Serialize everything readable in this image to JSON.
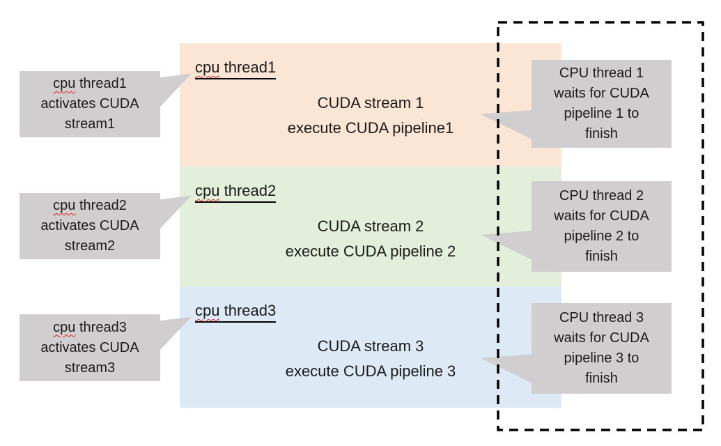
{
  "bands": [
    {
      "label_cpu": "cpu",
      "label_rest": " thread1",
      "body": "CUDA stream 1\nexecute CUDA pipeline1",
      "color": "#FBE5D5"
    },
    {
      "label_cpu": "cpu",
      "label_rest": " thread2",
      "body": "CUDA stream 2\nexecute CUDA pipeline 2",
      "color": "#E3EFDA"
    },
    {
      "label_cpu": "cpu",
      "label_rest": " thread3",
      "body": "CUDA stream 3\nexecute CUDA pipeline 3",
      "color": "#DDE9F5"
    }
  ],
  "left_callouts": [
    {
      "cpu": "cpu",
      "rest": " thread1\nactivates CUDA\nstream1"
    },
    {
      "cpu": "cpu",
      "rest": " thread2\nactivates CUDA\nstream2"
    },
    {
      "cpu": "cpu",
      "rest": " thread3\nactivates CUDA\nstream3"
    }
  ],
  "right_callouts": [
    {
      "text": "CPU thread 1\nwaits for CUDA\npipeline 1 to\nfinish"
    },
    {
      "text": "CPU thread 2\nwaits for CUDA\npipeline 2 to\nfinish"
    },
    {
      "text": "CPU thread 3\nwaits for CUDA\npipeline 3 to\nfinish"
    }
  ],
  "colors": {
    "band1": "#FBE5D5",
    "band2": "#E3EFDA",
    "band3": "#DDE9F5",
    "callout_gray": "#D0CECE",
    "dash_border": "#000000",
    "squiggle_red": "#E0201A",
    "underline_black": "#000000"
  }
}
